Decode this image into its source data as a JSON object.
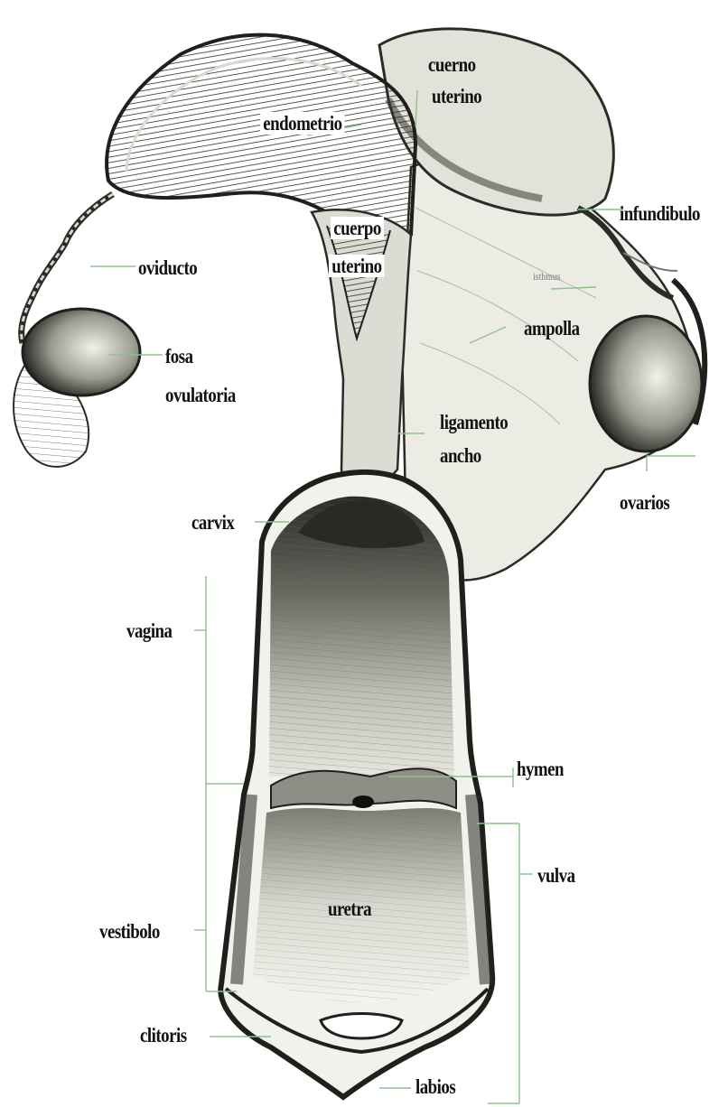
{
  "colors": {
    "ink": "#111111",
    "tissue_dark": "#3a3a35",
    "tissue_mid": "#8d8d84",
    "tissue_light": "#e8e8e0",
    "leader": "#8fbf8f"
  },
  "labels": {
    "cuerno_uterino_1": "cuerno",
    "cuerno_uterino_2": "uterino",
    "endometrio": "endometrio",
    "infundibulo": "infundibulo",
    "cuerpo_uterino_1": "cuerpo",
    "cuerpo_uterino_2": "uterino",
    "oviducto": "oviducto",
    "isthmus": "isthmus",
    "ampolla": "ampolla",
    "fosa_ovulatoria_1": "fosa",
    "fosa_ovulatoria_2": "ovulatoria",
    "ligamento_ancho_1": "ligamento",
    "ligamento_ancho_2": "ancho",
    "ovarios": "ovarios",
    "carvix": "carvix",
    "vagina": "vagina",
    "hymen": "hymen",
    "vulva": "vulva",
    "vestibolo": "vestibolo",
    "uretra": "uretra",
    "clitoris": "clitoris",
    "labios": "labios"
  }
}
